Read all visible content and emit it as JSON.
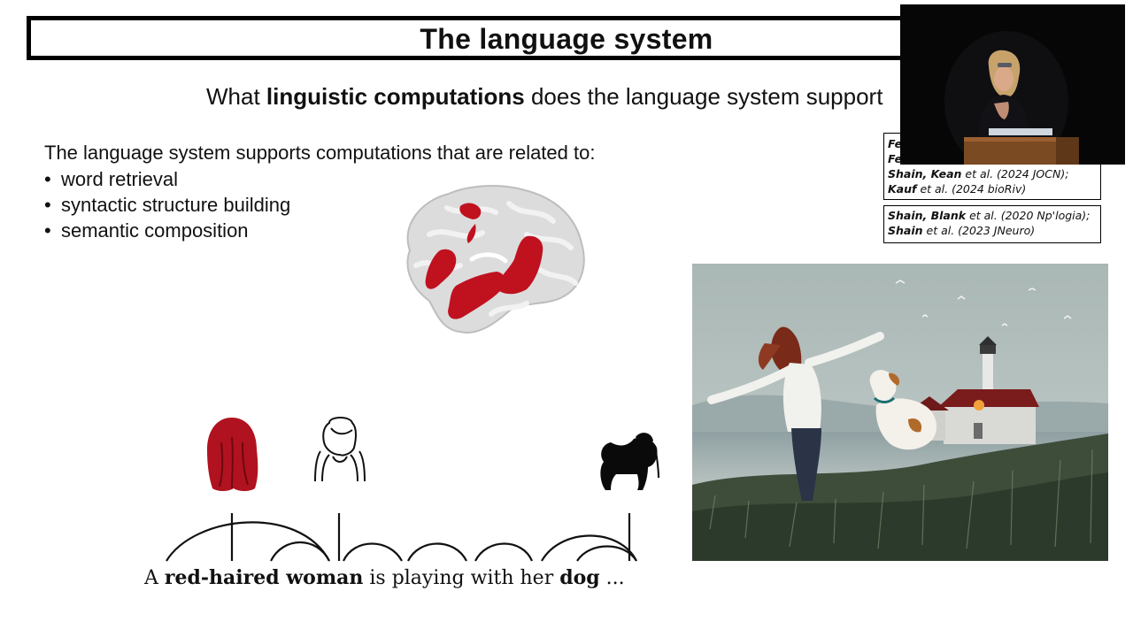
{
  "slide": {
    "title": "The language system",
    "question": {
      "pre": "What ",
      "bold": "linguistic computations",
      "post": " does the language system support"
    },
    "intro": "The language system supports computations that are related to:",
    "bullets": [
      "word retrieval",
      "syntactic structure building",
      "semantic composition"
    ],
    "sentence": {
      "w1": "A ",
      "w2": "red-haired woman",
      "w3": " is playing with her ",
      "w4": "dog",
      "w5": " ..."
    }
  },
  "refs": {
    "box1": {
      "line1_author": "Fe",
      "line2_author": "Fe",
      "line3_author": "Shain, Kean",
      "line3_rest": " et al. (2024 JOCN);",
      "line4_author": "Kauf",
      "line4_rest": " et al. (2024 bioRiv)"
    },
    "box2": {
      "line1_author": "Shain, Blank",
      "line1_rest": " et al. (2020 Np'logia);",
      "line2_author": "Shain",
      "line2_rest": " et al. (2023 JNeuro)"
    }
  },
  "colors": {
    "brain_red": "#c0111f",
    "hair_red": "#b0131f",
    "background": "#ffffff"
  },
  "icons": [
    "brain-icon",
    "red-hair-icon",
    "woman-icon",
    "dog-icon"
  ]
}
